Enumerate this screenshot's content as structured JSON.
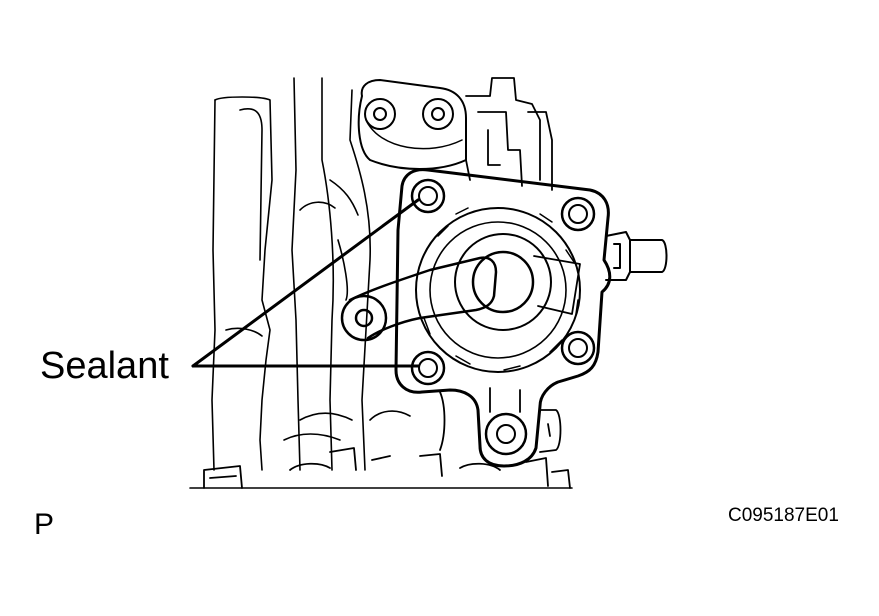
{
  "diagram": {
    "callout_label": "Sealant",
    "view_letter": "P",
    "figure_code": "C095187E01",
    "line_color": "#000000",
    "background_color": "#ffffff"
  },
  "parts": {
    "bolt_hole_top_left": "bolt-hole",
    "bolt_hole_top_right": "bolt-hole",
    "bolt_hole_bottom_left": "bolt-hole",
    "bolt_hole_bottom_right": "bolt-hole",
    "bolt_hole_bottom_tab": "bolt-hole",
    "pitman_arm": "arm",
    "mounting_bracket": "bracket"
  }
}
